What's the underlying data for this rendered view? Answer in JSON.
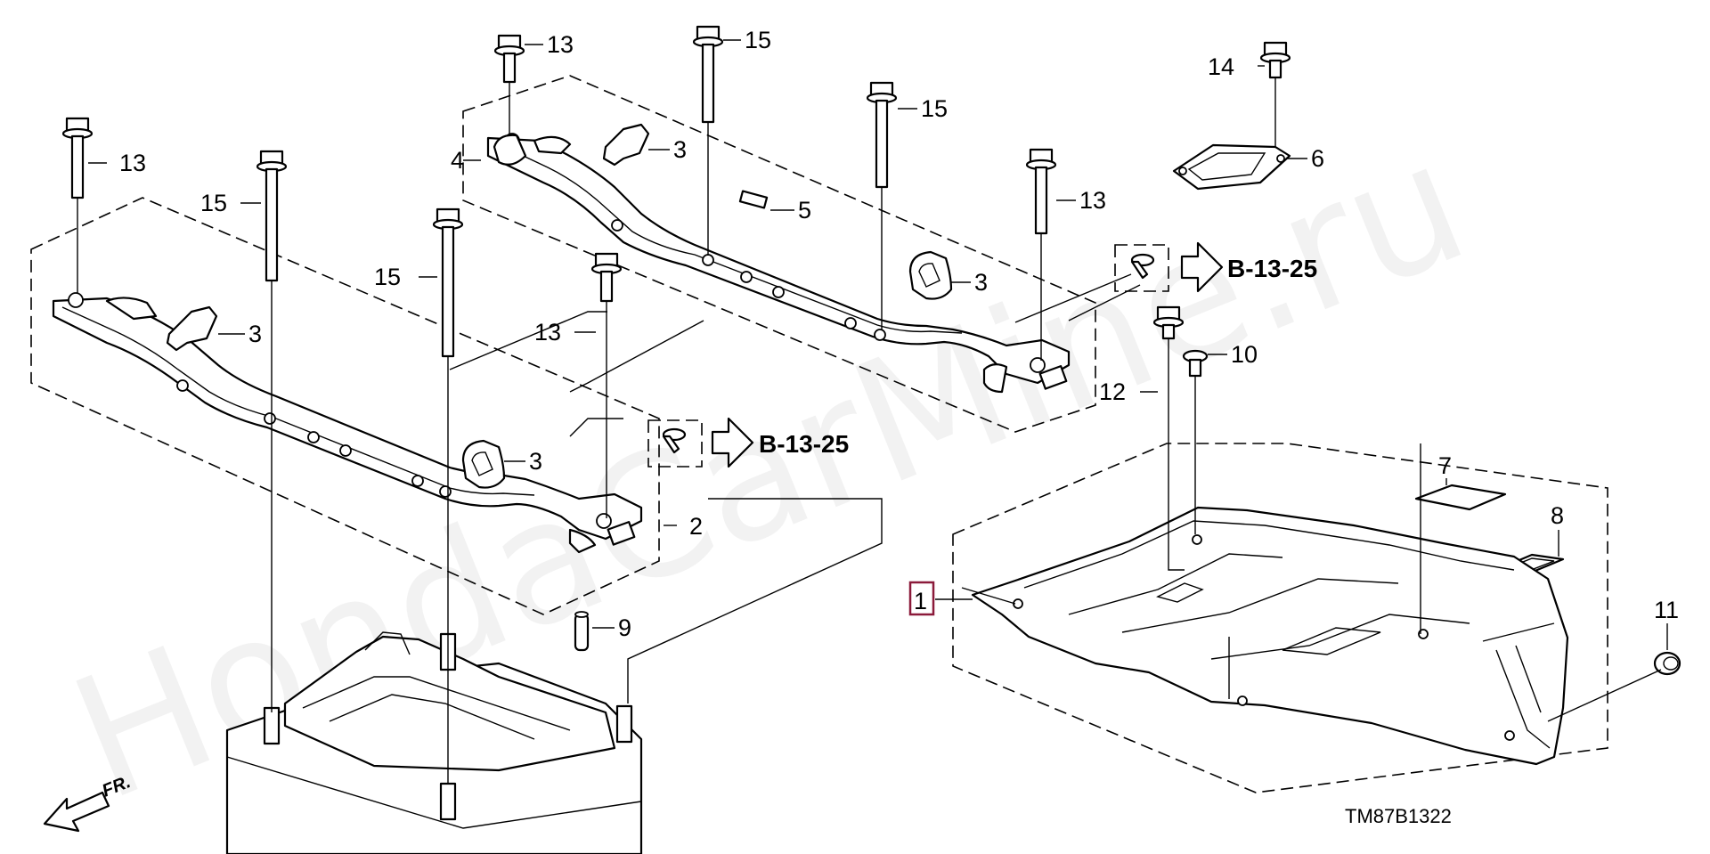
{
  "watermark": "HondaCarMine.ru",
  "diagram_code": "TM87B1322",
  "front_indicator": "FR.",
  "reference": "B-13-25",
  "callouts": {
    "p1": "1",
    "p2": "2",
    "p3": "3",
    "p4": "4",
    "p5": "5",
    "p6": "6",
    "p7": "7",
    "p8": "8",
    "p9": "9",
    "p10": "10",
    "p11": "11",
    "p12": "12",
    "p13": "13",
    "p14": "14",
    "p15": "15"
  },
  "highlighted_part": "1"
}
